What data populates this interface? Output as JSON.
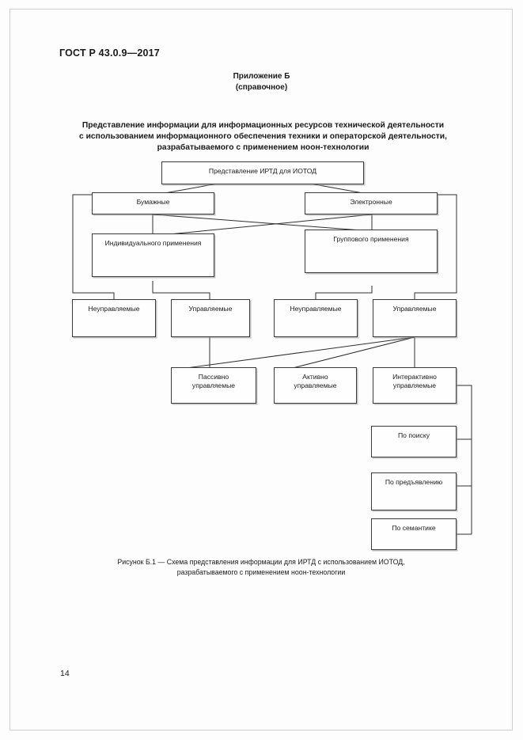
{
  "header": {
    "standard_number": "ГОСТ Р 43.0.9—2017",
    "annex_label": "Приложение Б",
    "annex_kind": "(справочное)"
  },
  "title": {
    "line1": "Представление информации для информационных ресурсов технической деятельности",
    "line2": "с использованием информационного обеспечения техники и операторской деятельности,",
    "line3": "разрабатываемого с применением ноон-технологии"
  },
  "diagram": {
    "nodes": [
      {
        "id": "root",
        "label": "Представление ИРТД для ИОТОД"
      },
      {
        "id": "paper",
        "label": "Бумажные"
      },
      {
        "id": "electronic",
        "label": "Электронные"
      },
      {
        "id": "individual",
        "label": "Индивидуального применения"
      },
      {
        "id": "group",
        "label": "Группового применения"
      },
      {
        "id": "unmanaged-1",
        "label": "Неуправляемые"
      },
      {
        "id": "managed-1",
        "label": "Управляемые"
      },
      {
        "id": "unmanaged-2",
        "label": "Неуправляемые"
      },
      {
        "id": "managed-2",
        "label": "Управляемые"
      },
      {
        "id": "passive",
        "label": "Пассивно\nуправляемые"
      },
      {
        "id": "active",
        "label": "Активно\nуправляемые"
      },
      {
        "id": "interactive",
        "label": "Интерактивно\nуправляемые"
      },
      {
        "id": "by-search",
        "label": "По поиску"
      },
      {
        "id": "by-presentation",
        "label": "По предъявлению"
      },
      {
        "id": "by-semantics",
        "label": "По семантике"
      }
    ]
  },
  "caption": {
    "line1": "Рисунок Б.1 — Схема представления информации для ИРТД с использованием ИОТОД,",
    "line2": "разрабатываемого с применением ноон-технологии"
  },
  "footer": {
    "page_number": "14"
  }
}
